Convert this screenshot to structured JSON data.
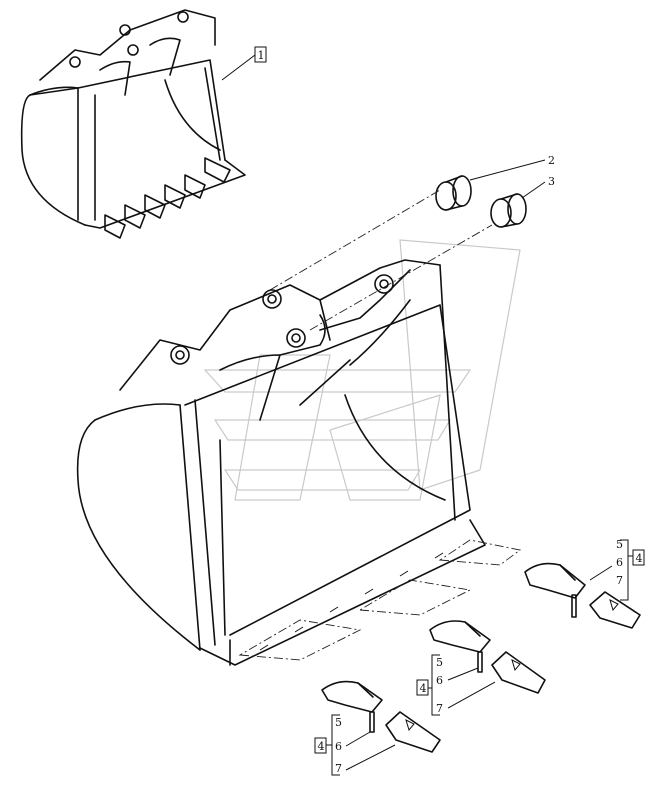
{
  "callouts": {
    "assembly_box": "1",
    "pin_bushing_upper": "2",
    "pin_bushing_lower": "3",
    "groups": [
      {
        "box": "4",
        "tip": "5",
        "pin": "6",
        "adapter": "7"
      },
      {
        "box": "4",
        "tip": "5",
        "pin": "6",
        "adapter": "7"
      },
      {
        "box": "4",
        "tip": "5",
        "pin": "6",
        "adapter": "7"
      }
    ]
  }
}
